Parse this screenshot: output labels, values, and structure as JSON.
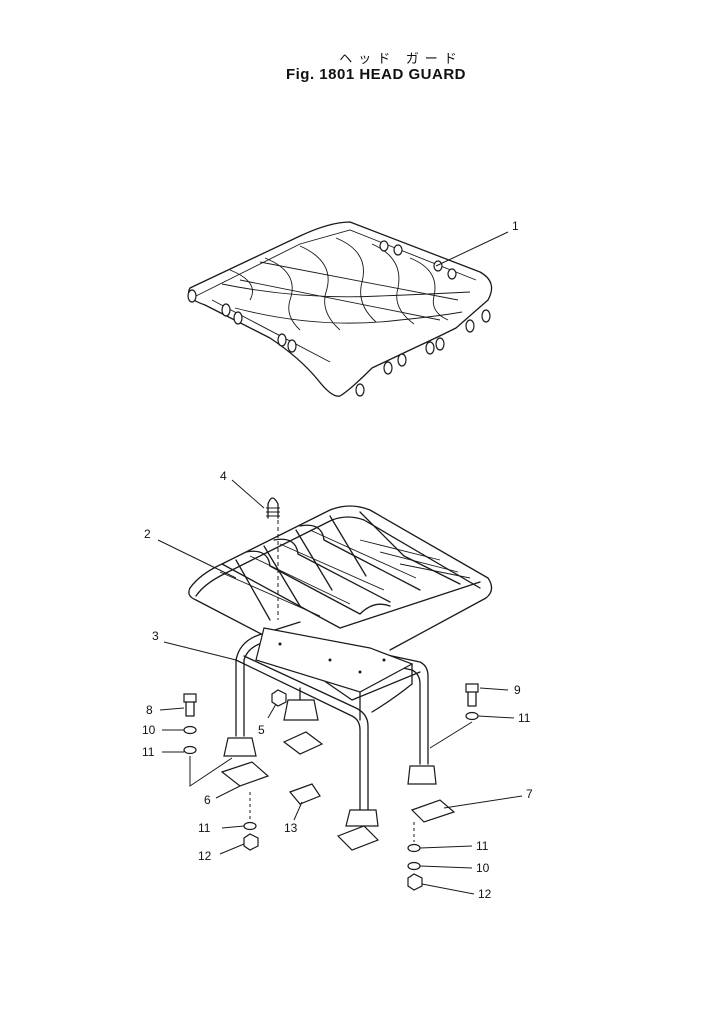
{
  "title": {
    "japanese": "ヘッド ガード",
    "english": "Fig. 1801  HEAD GUARD"
  },
  "callouts": [
    "1",
    "2",
    "3",
    "4",
    "5",
    "6",
    "7",
    "8",
    "9",
    "10",
    "11",
    "12",
    "13"
  ],
  "labels": {
    "c1": "1",
    "c2": "2",
    "c3": "3",
    "c4": "4",
    "c5": "5",
    "c6": "6",
    "c7": "7",
    "c8": "8",
    "c9": "9",
    "c10_left": "10",
    "c11_left_a": "11",
    "c11_left_b": "11",
    "c12_left": "12",
    "c11_right_a": "11",
    "c11_right_b": "11",
    "c10_right": "10",
    "c12_right": "12",
    "c13": "13"
  }
}
